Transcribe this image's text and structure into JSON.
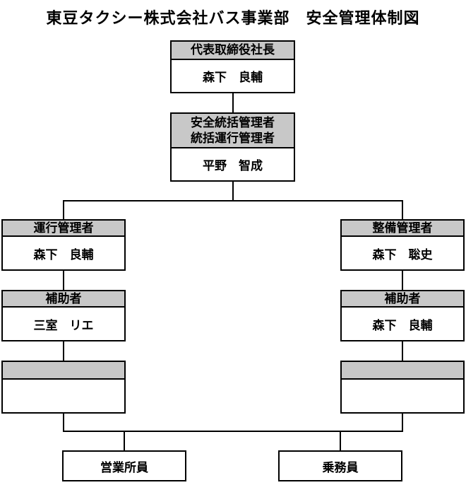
{
  "title": "東豆タクシー株式会社バス事業部　安全管理体制図",
  "colors": {
    "background": "#ffffff",
    "box_header_fill": "#c8c8c8",
    "box_border": "#000000",
    "text": "#000000"
  },
  "org_chart": {
    "nodes": {
      "president": {
        "title": "代表取締役社長",
        "name": "森下　良輔"
      },
      "safety_general_manager": {
        "title_line1": "安全統括管理者",
        "title_line2": "統括運行管理者",
        "name": "平野　智成"
      },
      "operation_manager": {
        "title": "運行管理者",
        "name": "森下　良輔"
      },
      "maintenance_manager": {
        "title": "整備管理者",
        "name": "森下　聡史"
      },
      "operation_assistant": {
        "title": "補助者",
        "name": "三室　リエ"
      },
      "maintenance_assistant": {
        "title": "補助者",
        "name": "森下　良輔"
      },
      "vacant_left": {
        "title": "",
        "name": ""
      },
      "vacant_right": {
        "title": "",
        "name": ""
      },
      "office_staff": {
        "label": "営業所員"
      },
      "crew": {
        "label": "乗務員"
      }
    }
  }
}
